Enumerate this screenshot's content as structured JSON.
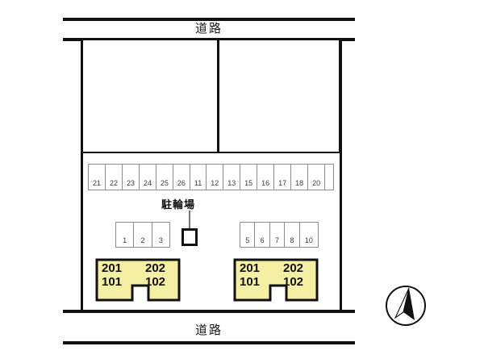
{
  "figure": {
    "kind": "site-layout-diagram",
    "colors": {
      "building_fill": "#f4efa2",
      "building_stroke": "#111111",
      "line": "#111111",
      "stall_stroke": "#8c8c8c",
      "background": "#ffffff"
    }
  },
  "roads": {
    "top_label": "道路",
    "bottom_label": "道路"
  },
  "plots": {
    "left": {
      "label": ""
    },
    "right": {
      "label": ""
    }
  },
  "parking": {
    "top_strip": {
      "stalls": [
        "21",
        "22",
        "23",
        "24",
        "25",
        "26",
        "11",
        "12",
        "13",
        "15",
        "16",
        "17",
        "18",
        "20",
        ""
      ]
    },
    "left_strip": {
      "stalls": [
        "1",
        "2",
        "3"
      ]
    },
    "right_strip": {
      "stalls": [
        "5",
        "6",
        "7",
        "8",
        "10"
      ]
    }
  },
  "bicycle_parking": {
    "label": "駐輪場"
  },
  "buildings": [
    {
      "name": "left-building",
      "left_upper": "201",
      "left_lower": "101",
      "right_upper": "202",
      "right_lower": "102"
    },
    {
      "name": "right-building",
      "left_upper": "201",
      "left_lower": "101",
      "right_upper": "202",
      "right_lower": "102"
    }
  ],
  "compass": {
    "name": "north-arrow",
    "label": ""
  }
}
